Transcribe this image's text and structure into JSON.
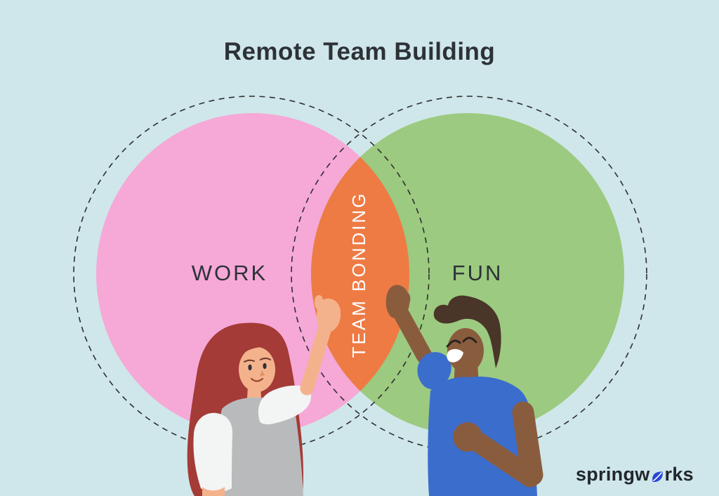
{
  "title": "Remote Team Building",
  "venn": {
    "left": {
      "label": "WORK",
      "fill": "#f6a8d7"
    },
    "right": {
      "label": "FUN",
      "fill": "#9cca80"
    },
    "intersection": {
      "label": "TEAM BONDING",
      "fill": "#ee7b44",
      "text_color": "#ffffff"
    }
  },
  "colors": {
    "background": "#cfe7ea",
    "heading_text": "#2d3237",
    "dashed_outline": "#2f2f2f"
  },
  "illustration": {
    "woman": {
      "pose": "raising hand for high five",
      "hair": "#a43b36",
      "skin": "#f4b28c",
      "dress": "#b9babc",
      "sleeve": "#f3f4f4"
    },
    "man": {
      "pose": "raising hand for high five, fist up",
      "hair": "#4a3529",
      "skin": "#8a5c3e",
      "shirt": "#3b6dcd"
    }
  },
  "logo": {
    "full": "springworks",
    "prefix": "springw",
    "suffix": "rks",
    "leaf_color": "#2a47d4"
  }
}
